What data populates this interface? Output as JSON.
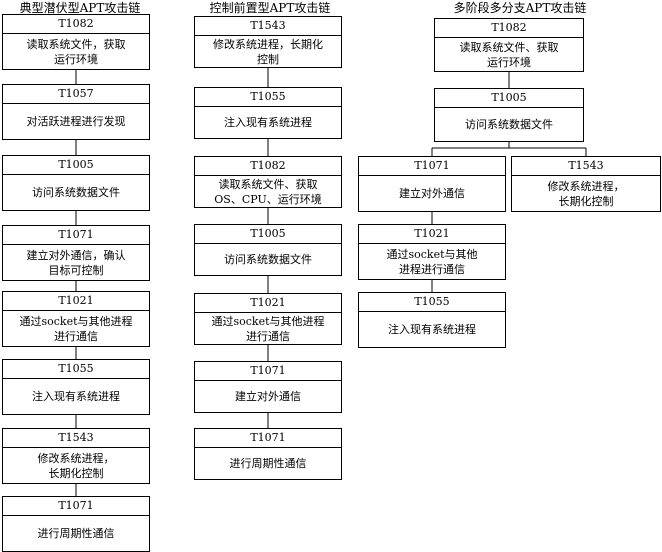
{
  "chains": [
    {
      "title": "典型潜伏型APT攻击链",
      "nodes": [
        {
          "id": "T1082",
          "label": "读取系统文件，获取\n运行环境"
        },
        {
          "id": "T1057",
          "label": "对活跃进程进行发现"
        },
        {
          "id": "T1005",
          "label": "访问系统数据文件"
        },
        {
          "id": "T1071",
          "label": "建立对外通信，确认\n目标可控制"
        },
        {
          "id": "T1021",
          "label": "通过socket与其他进程\n进行通信"
        },
        {
          "id": "T1055",
          "label": "注入现有系统进程"
        },
        {
          "id": "T1543",
          "label": "修改系统进程，\n长期化控制"
        },
        {
          "id": "T1071",
          "label": "进行周期性通信"
        }
      ]
    },
    {
      "title": "控制前置型APT攻击链",
      "nodes": [
        {
          "id": "T1543",
          "label": "修改系统进程，长期化\n控制"
        },
        {
          "id": "T1055",
          "label": "注入现有系统进程"
        },
        {
          "id": "T1082",
          "label": "读取系统文件、获取\nOS、CPU、运行环境"
        },
        {
          "id": "T1005",
          "label": "访问系统数据文件"
        },
        {
          "id": "T1021",
          "label": "通过socket与其他进程\n进行通信"
        },
        {
          "id": "T1071",
          "label": "建立对外通信"
        },
        {
          "id": "T1071",
          "label": "进行周期性通信"
        }
      ]
    },
    {
      "title": "多阶段多分支APT攻击链",
      "trunk": [
        {
          "id": "T1082",
          "label": "读取系统文件、获取\n运行环境"
        },
        {
          "id": "T1005",
          "label": "访问系统数据文件"
        }
      ],
      "branch_left": [
        {
          "id": "T1071",
          "label": "建立对外通信"
        },
        {
          "id": "T1021",
          "label": "通过socket与其他\n进程进行通信"
        },
        {
          "id": "T1055",
          "label": "注入现有系统进程"
        }
      ],
      "branch_right": [
        {
          "id": "T1543",
          "label": "修改系统进程，\n长期化控制"
        }
      ]
    }
  ]
}
